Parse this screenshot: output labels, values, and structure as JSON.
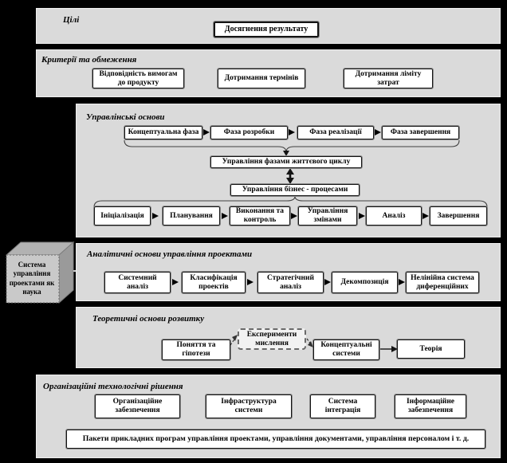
{
  "colors": {
    "background": "#000000",
    "panel_fill": "#dadada",
    "box_fill": "#ffffff",
    "line": "#141414"
  },
  "cube": {
    "label": "Система управління проектами як наука"
  },
  "goals": {
    "title": "Цілі",
    "box": "Досягнення результату"
  },
  "criteria": {
    "title": "Критерії та обмеження",
    "boxes": [
      "Відповідність вимогам до продукту",
      "Дотримання термінів",
      "Дотримання ліміту затрат"
    ]
  },
  "managerial": {
    "title": "Управлінські основи",
    "phases": [
      "Концептуальна фаза",
      "Фаза розробки",
      "Фаза реалізації",
      "Фаза завершення"
    ],
    "lifecycle_box": "Управління фазами життєвого циклу",
    "business_box": "Управління бізнес - процесами",
    "processes": [
      "Ініціалізація",
      "Планування",
      "Виконання та контроль",
      "Управління змінами",
      "Аналіз",
      "Завершення"
    ]
  },
  "analytical": {
    "title": "Аналітичні основи управління проектами",
    "boxes": [
      "Системний аналіз",
      "Класифікація проектів",
      "Стратегічний аналіз",
      "Декомпозиція",
      "Нелінійна система диференційних"
    ]
  },
  "theoretical": {
    "title": "Теоретичні основи розвитку",
    "boxes": [
      "Поняття та гіпотези",
      "Експерименти мислення",
      "Концептуальні системи",
      "Теорія"
    ]
  },
  "organizational": {
    "title": "Організаційні технологічні рішення",
    "boxes": [
      "Організаційне забезпечення",
      "Інфраструктура системи",
      "Система інтеграція",
      "Інформаційне забезпечення"
    ],
    "bottom_box": "Пакети прикладних програм управління проектами, управління документами, управління персоналом і т. д."
  }
}
